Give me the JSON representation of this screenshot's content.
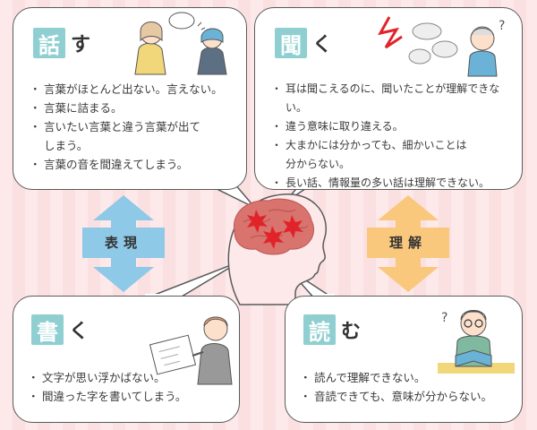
{
  "sections": {
    "talk": {
      "kanji": "話",
      "kana": "す",
      "items": [
        "言葉がほとんど出ない。言えない。",
        "言葉に詰まる。",
        "言いたい言葉と違う言葉が出て",
        "しまう。",
        "言葉の音を間違えてしまう。"
      ]
    },
    "listen": {
      "kanji": "聞",
      "kana": "く",
      "items": [
        "耳は聞こえるのに、聞いたことが理解できない。",
        "違う意味に取り違える。",
        "大まかには分かっても、細かいことは",
        "分からない。",
        "長い話、情報量の多い話は理解できない。"
      ]
    },
    "write": {
      "kanji": "書",
      "kana": "く",
      "items": [
        "文字が思い浮かばない。",
        "間違った字を書いてしまう。"
      ]
    },
    "read": {
      "kanji": "読",
      "kana": "む",
      "items": [
        "読んで理解できない。",
        "音読できても、意味が分からない。"
      ]
    }
  },
  "arrows": {
    "left_label": "表現",
    "right_label": "理解"
  },
  "colors": {
    "heading_bg": "#8fcfd1",
    "arrow_left": "#8ec9e8",
    "arrow_right": "#f9c87c",
    "brain": "#d9736e",
    "burst": "#e0242a",
    "background": "#fde9ea"
  }
}
